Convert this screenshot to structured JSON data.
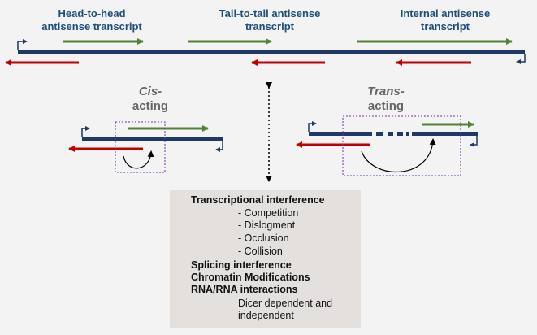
{
  "labels": {
    "head_to_head": [
      "Head-to-head",
      "antisense transcript"
    ],
    "tail_to_tail": [
      "Tail-to-tail antisense",
      "transcript"
    ],
    "internal": [
      "Internal antisense",
      "transcript"
    ]
  },
  "cis": {
    "italic": "Cis-",
    "rest": "acting"
  },
  "trans": {
    "italic": "Trans-",
    "rest": "acting"
  },
  "mechanisms": {
    "transcriptional": "Transcriptional interference",
    "sub_items": [
      "- Competition",
      "- Dislogment",
      "- Occlusion",
      "- Collision"
    ],
    "splicing": "Splicing interference",
    "chromatin": "Chromatin Modifications",
    "rna": "RNA/RNA interactions",
    "dicer": [
      "Dicer dependent and",
      "independent"
    ]
  },
  "colors": {
    "dna_strand": "#1f3864",
    "sense_arrow": "#548235",
    "antisense_arrow": "#c00000",
    "label_text": "#1f4e79",
    "box_fill": "#e3e0de",
    "dotted_box": "#7030a0"
  }
}
